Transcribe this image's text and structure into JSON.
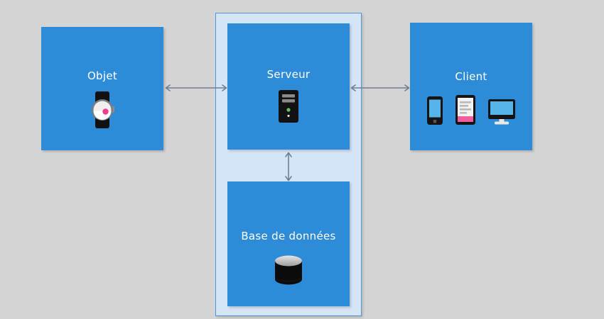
{
  "diagram": {
    "background_color": "#d4d4d4",
    "node_color": "#2e8bd8",
    "group_fill_color": "#d5e5f7",
    "group_border_color": "#4f97d8",
    "arrow_color": "#6f7f91",
    "label_color": "#ffffff",
    "nodes": [
      {
        "id": "objet",
        "label": "Objet",
        "icon": "smartwatch-icon"
      },
      {
        "id": "serveur",
        "label": "Serveur",
        "icon": "server-tower-icon"
      },
      {
        "id": "client",
        "label": "Client",
        "icons": [
          "smartphone-icon",
          "tablet-icon",
          "desktop-monitor-icon"
        ]
      },
      {
        "id": "bdd",
        "label": "Base de données",
        "icon": "database-icon"
      }
    ],
    "connections": [
      {
        "id": "objet-serveur",
        "from": "objet",
        "to": "serveur",
        "direction": "bidirectional",
        "orientation": "horizontal"
      },
      {
        "id": "serveur-client",
        "from": "serveur",
        "to": "client",
        "direction": "bidirectional",
        "orientation": "horizontal"
      },
      {
        "id": "serveur-bdd",
        "from": "serveur",
        "to": "bdd",
        "direction": "bidirectional",
        "orientation": "vertical"
      }
    ]
  }
}
